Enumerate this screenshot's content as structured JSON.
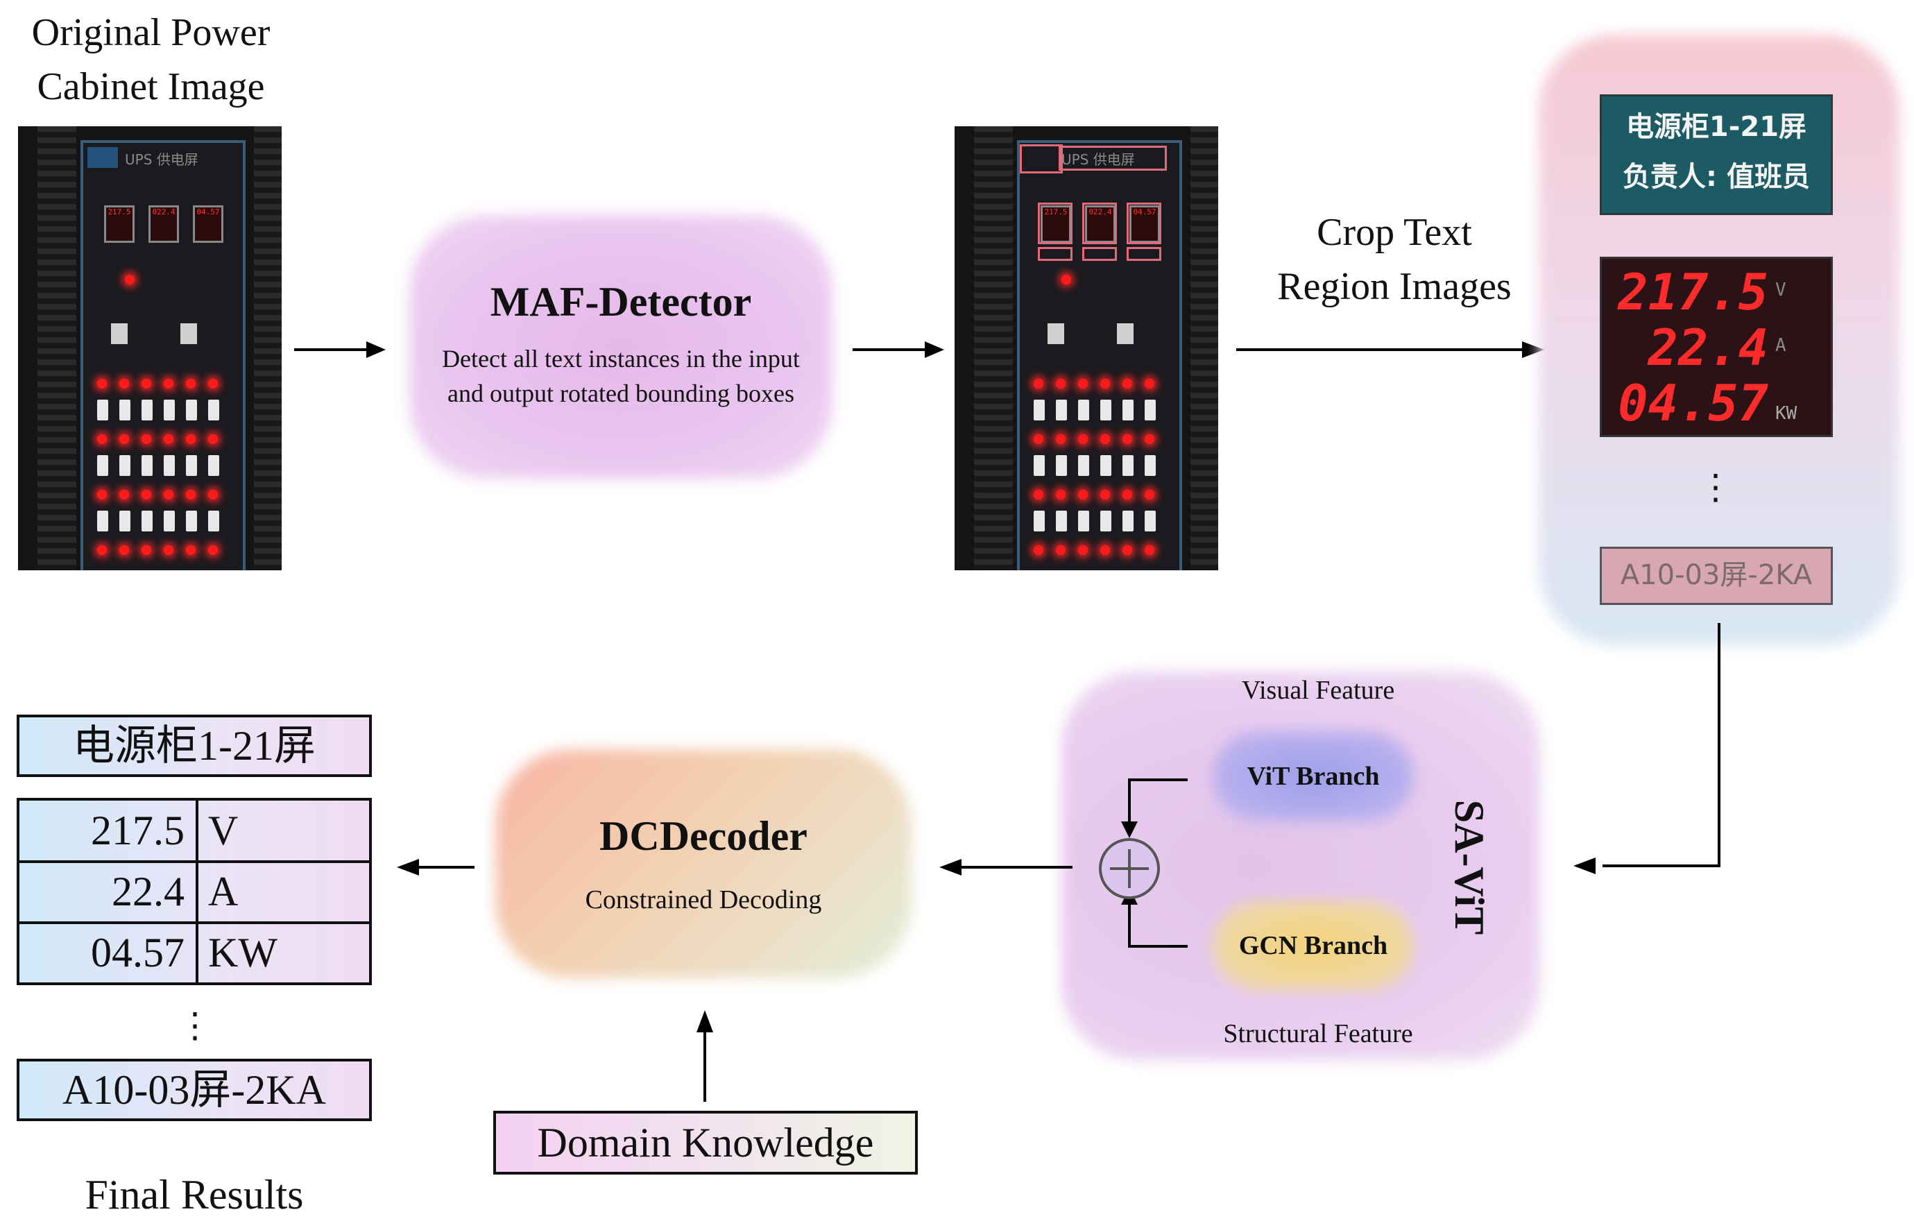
{
  "labels": {
    "original_title_1": "Original Power",
    "original_title_2": "Cabinet Image",
    "detector_title": "MAF-Detector",
    "detector_desc_1": "Detect all text instances in the input",
    "detector_desc_2": "and output rotated bounding boxes",
    "crop_title_1": "Crop Text",
    "crop_title_2": "Region Images",
    "visual_feature": "Visual Feature",
    "vit_branch": "ViT Branch",
    "gcn_branch": "GCN Branch",
    "structural_feature": "Structural Feature",
    "savit": "SA-ViT",
    "decoder_title": "DCDecoder",
    "decoder_desc": "Constrained Decoding",
    "domain_knowledge": "Domain Knowledge",
    "final_results": "Final Results",
    "dots": "⋮"
  },
  "crops": {
    "sign_line_1": "电源柜1-21屏",
    "sign_line_2": "负责人: 值班员",
    "meter_rows": [
      {
        "value": "217.5",
        "unit": "V"
      },
      {
        "value": "22.4",
        "unit": "A"
      },
      {
        "value": "04.57",
        "unit": "KW"
      }
    ],
    "label_text": "A10-03屏-2KA"
  },
  "cabinet": {
    "ups_label": "UPS 供电屏",
    "meter_readings": [
      "217.5",
      "022.4",
      "04.57"
    ]
  },
  "results": {
    "header": "电源柜1-21屏",
    "rows": [
      {
        "value": "217.5",
        "unit": "V"
      },
      {
        "value": "22.4",
        "unit": "A"
      },
      {
        "value": "04.57",
        "unit": "KW"
      }
    ],
    "last": "A10-03屏-2KA"
  },
  "colors": {
    "detector_bg": "#e7c3ee",
    "savit_bg": "#e8cdef",
    "decoder_bg": "#f3d9c4",
    "crop_panel": "#f3d6e2",
    "vit_pill": "#a9a7ec",
    "gcn_pill": "#f3d78d"
  }
}
